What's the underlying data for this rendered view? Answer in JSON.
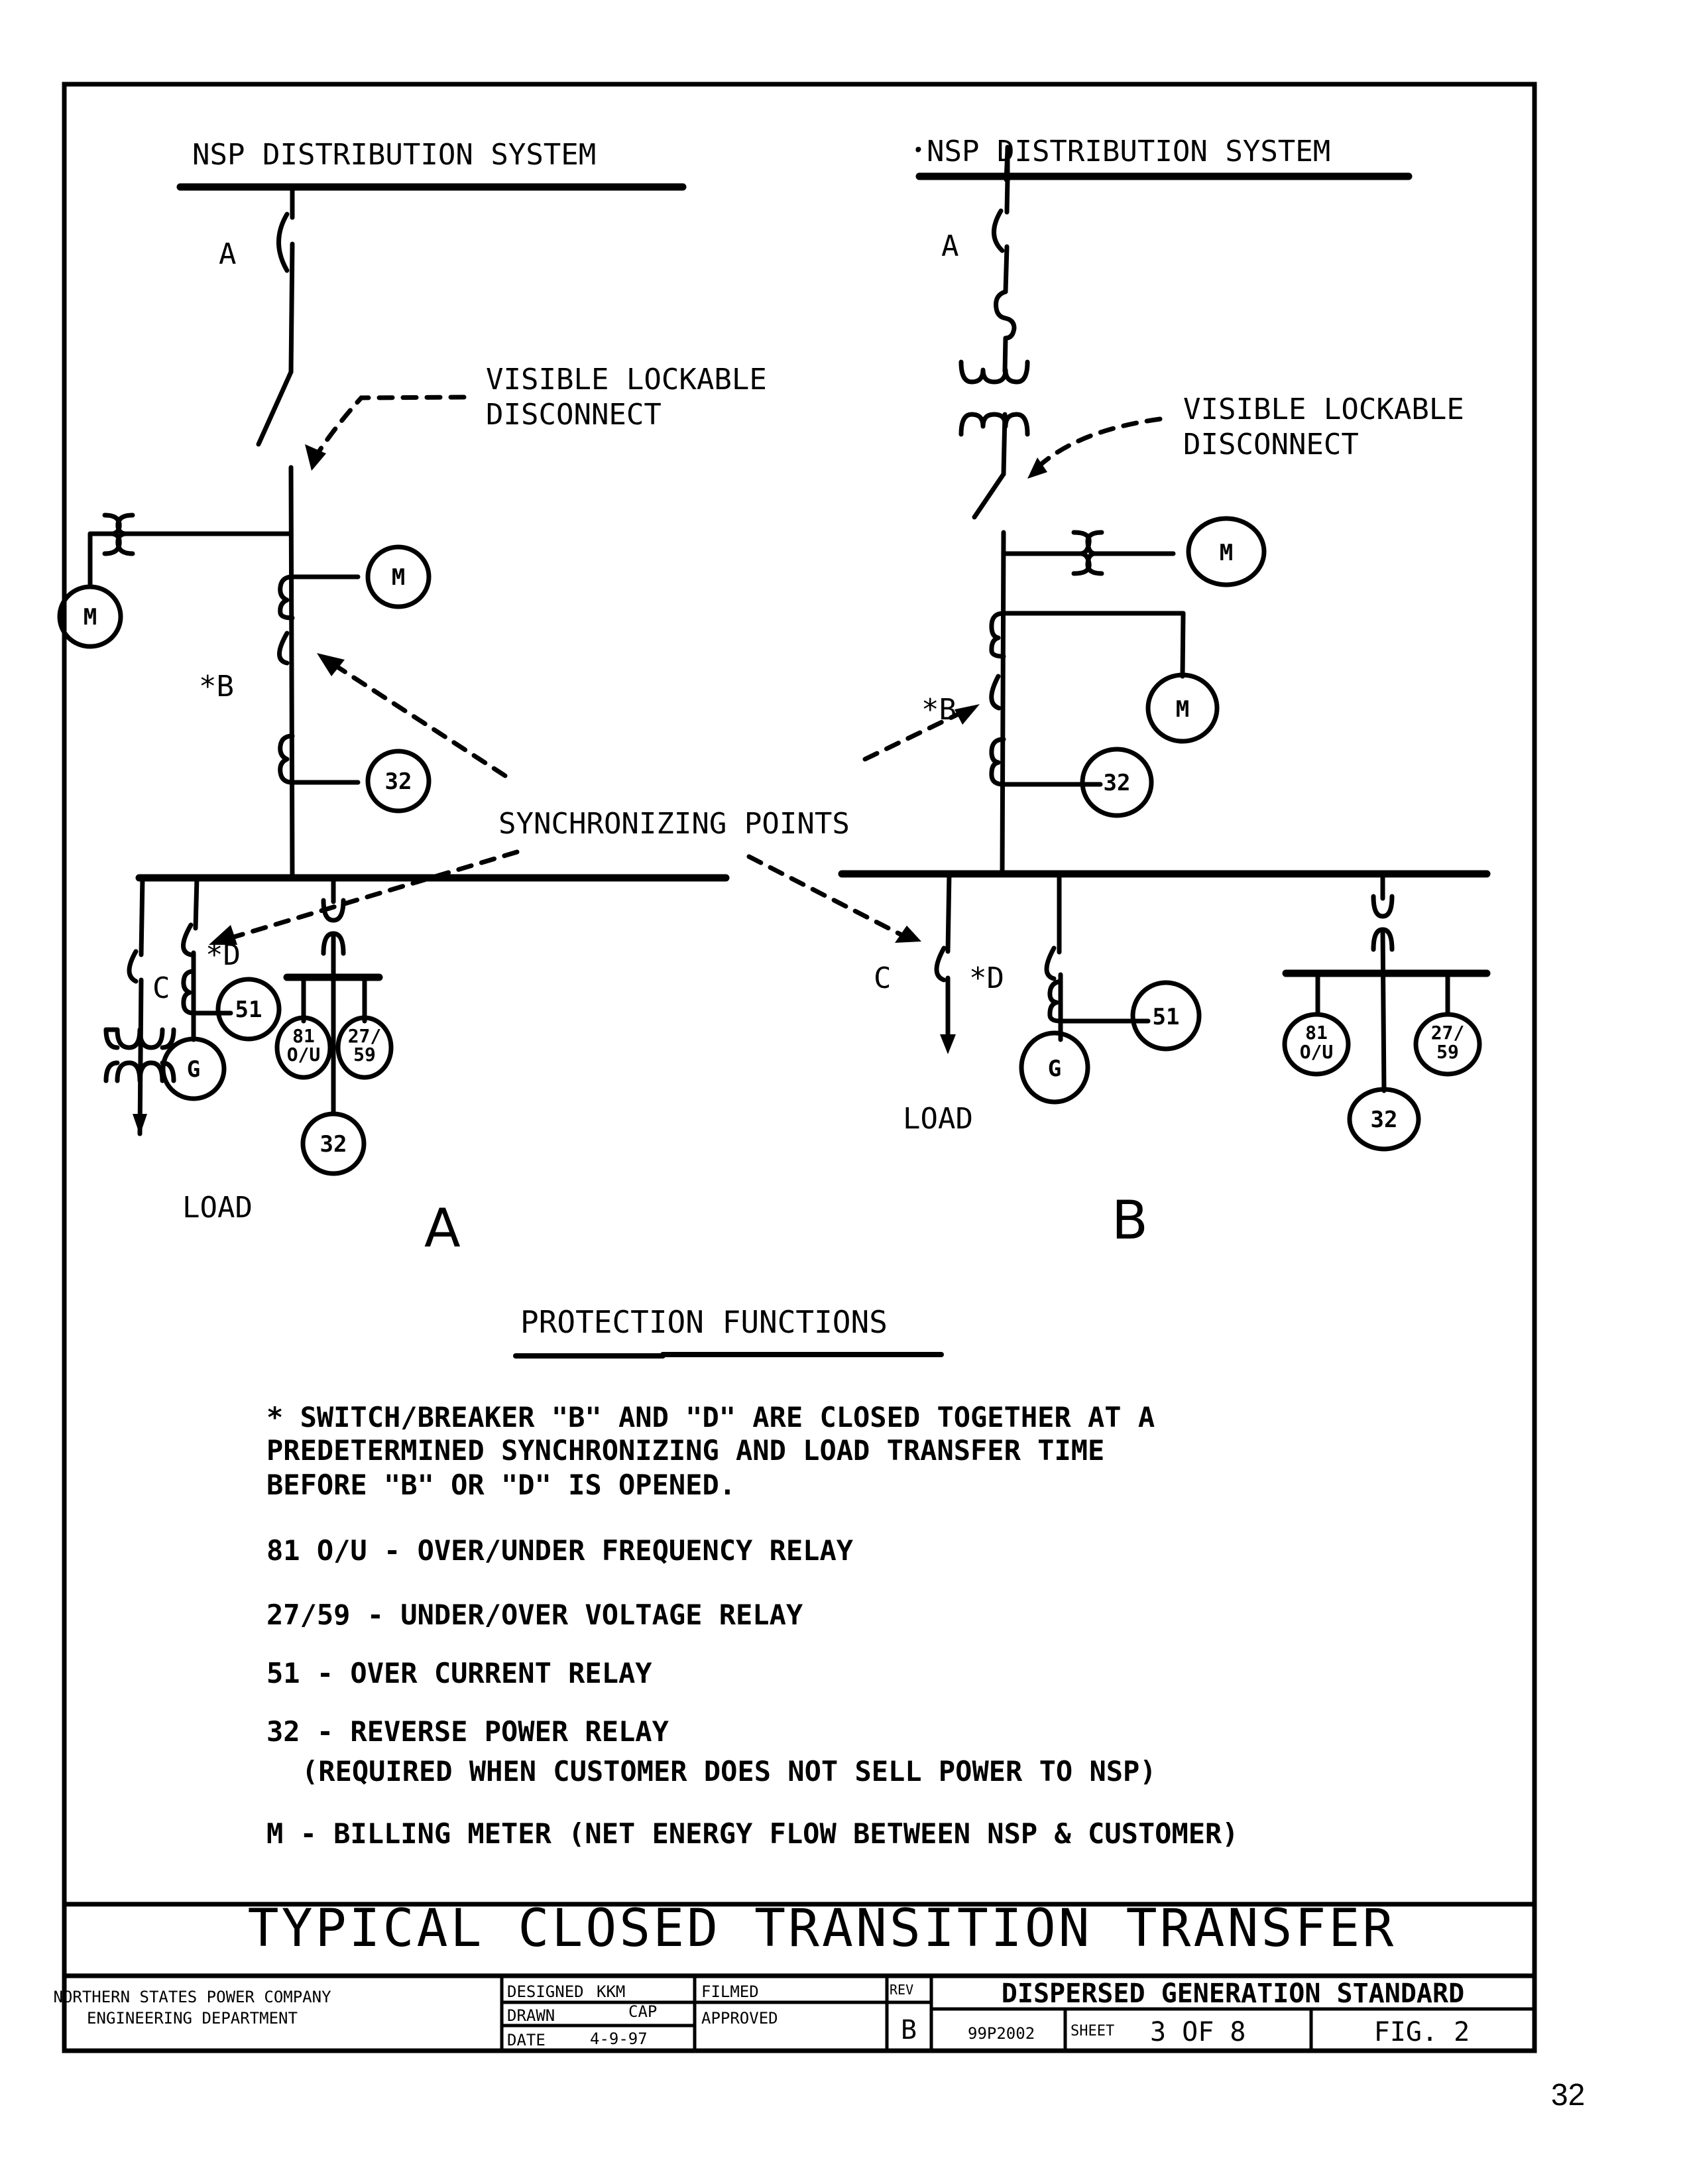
{
  "page_number": "32",
  "diagram_a": {
    "source_label": "NSP DISTRIBUTION SYSTEM",
    "breaker_a": "A",
    "disconnect_label_line1": "VISIBLE LOCKABLE",
    "disconnect_label_line2": "DISCONNECT",
    "meter_left": "M",
    "meter_right": "M",
    "breaker_b": "*B",
    "relay_32_upper": "32",
    "breaker_c": "C",
    "breaker_d": "*D",
    "relay_51": "51",
    "generator": "G",
    "relay_81_line1": "81",
    "relay_81_line2": "O/U",
    "relay_2759_line1": "27/",
    "relay_2759_line2": "59",
    "relay_32_lower": "32",
    "load_label": "LOAD",
    "figure_letter": "A"
  },
  "diagram_b": {
    "source_label": "NSP DISTRIBUTION SYSTEM",
    "breaker_a": "A",
    "disconnect_label_line1": "VISIBLE LOCKABLE",
    "disconnect_label_line2": "DISCONNECT",
    "meter_upper": "M",
    "meter_lower": "M",
    "breaker_b": "*B",
    "relay_32_upper": "32",
    "breaker_c": "C",
    "breaker_d": "*D",
    "relay_51": "51",
    "generator": "G",
    "relay_81_line1": "81",
    "relay_81_line2": "O/U",
    "relay_2759_line1": "27/",
    "relay_2759_line2": "59",
    "relay_32_lower": "32",
    "load_label": "LOAD",
    "figure_letter": "B"
  },
  "sync_label": "SYNCHRONIZING POINTS",
  "protection": {
    "heading": "PROTECTION FUNCTIONS",
    "note_lines": [
      "* SWITCH/BREAKER \"B\" AND \"D\" ARE CLOSED TOGETHER AT A",
      "PREDETERMINED SYNCHRONIZING AND LOAD TRANSFER TIME",
      "BEFORE \"B\" OR \"D\" IS OPENED."
    ],
    "items": [
      "81 O/U - OVER/UNDER FREQUENCY RELAY",
      "27/59 - UNDER/OVER VOLTAGE RELAY",
      "51 - OVER CURRENT RELAY",
      "32 - REVERSE POWER RELAY",
      "(REQUIRED WHEN CUSTOMER DOES NOT SELL POWER TO NSP)",
      "M - BILLING METER (NET ENERGY FLOW BETWEEN NSP & CUSTOMER)"
    ]
  },
  "title_block": {
    "drawing_title": "TYPICAL CLOSED TRANSITION TRANSFER",
    "company_line1": "NORTHERN STATES POWER COMPANY",
    "company_line2": "ENGINEERING DEPARTMENT",
    "designed_label": "DESIGNED",
    "designed_value": "KKM",
    "drawn_label": "DRAWN",
    "drawn_value": "CAP",
    "date_label": "DATE",
    "date_value": "4-9-97",
    "filmed_label": "FILMED",
    "approved_label": "APPROVED",
    "rev_label": "REV",
    "rev_value": "B",
    "standard_name": "DISPERSED GENERATION STANDARD",
    "drawing_number": "99P2002",
    "sheet_label": "SHEET",
    "sheet_value": "3 OF 8",
    "figure": "FIG. 2"
  }
}
